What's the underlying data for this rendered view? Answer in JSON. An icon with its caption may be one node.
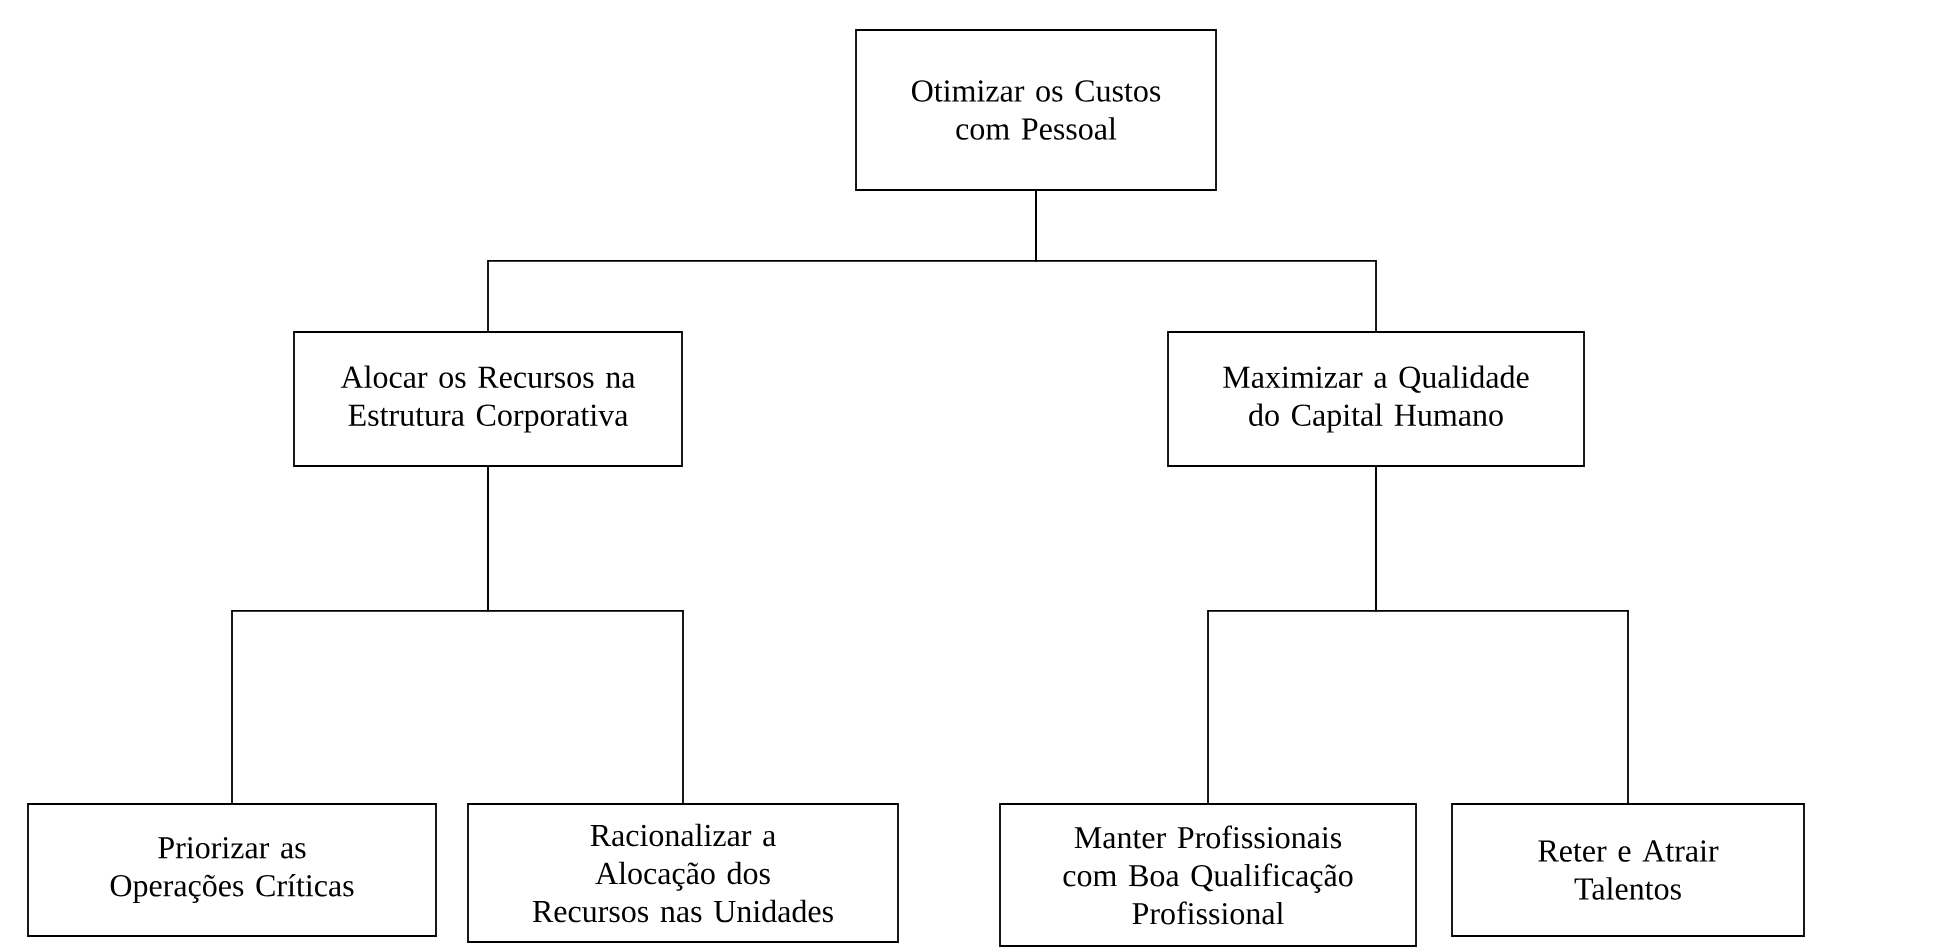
{
  "diagram": {
    "nodes": [
      {
        "text": [
          "Otimizar os Custos com Pessoal"
        ]
      },
      {
        "text": [
          "Alocar os Recursos na Estrutura Corporativa"
        ]
      },
      {
        "text": [
          "Maximizar a Qualidade do Capital Humano"
        ]
      },
      {
        "text": [
          "Priorizar as Operações Críticas"
        ]
      },
      {
        "text": [
          "Racionalizar a Alocação dos Recursos nas Unidades"
        ]
      },
      {
        "text": [
          "Manter Profissionais com Boa Qualificação Profissional"
        ]
      },
      {
        "text": [
          "Reter e Atrair Talentos"
        ]
      }
    ],
    "edges": [
      {
        "from": 0,
        "to": 1,
        "arrow": "none"
      },
      {
        "from": 0,
        "to": 2,
        "arrow": "none"
      },
      {
        "from": 1,
        "to": 3,
        "arrow": "none"
      },
      {
        "from": 1,
        "to": 4,
        "arrow": "none"
      },
      {
        "from": 2,
        "to": 5,
        "arrow": "none"
      },
      {
        "from": 2,
        "to": 6,
        "arrow": "none"
      }
    ]
  }
}
